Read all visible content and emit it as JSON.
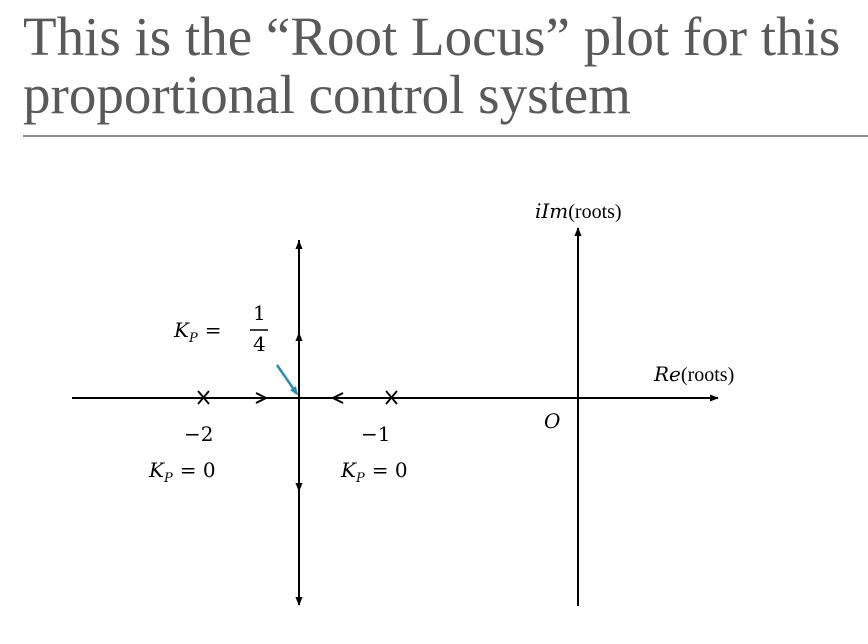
{
  "slide": {
    "title_line1": "This is the “Root Locus” plot for this",
    "title_line2": "proportional control system"
  },
  "plot": {
    "imag_axis": {
      "prefix": "iIm",
      "suffix": "(roots)"
    },
    "real_axis": {
      "prefix": "Re",
      "suffix": "(roots)"
    },
    "origin_label": "O",
    "poles": [
      {
        "value_label": "−2",
        "gain_var": "K",
        "gain_sub": "P",
        "gain_rest": "= 0"
      },
      {
        "value_label": "−1",
        "gain_var": "K",
        "gain_sub": "P",
        "gain_rest": "= 0"
      }
    ],
    "breakaway": {
      "gain_var": "K",
      "gain_sub": "P",
      "eq": "=",
      "num": "1",
      "den": "4"
    }
  },
  "colors": {
    "title": "#595959",
    "rule": "#8c8c8c",
    "pointer": "#2e8bb0",
    "axes": "#000000"
  }
}
